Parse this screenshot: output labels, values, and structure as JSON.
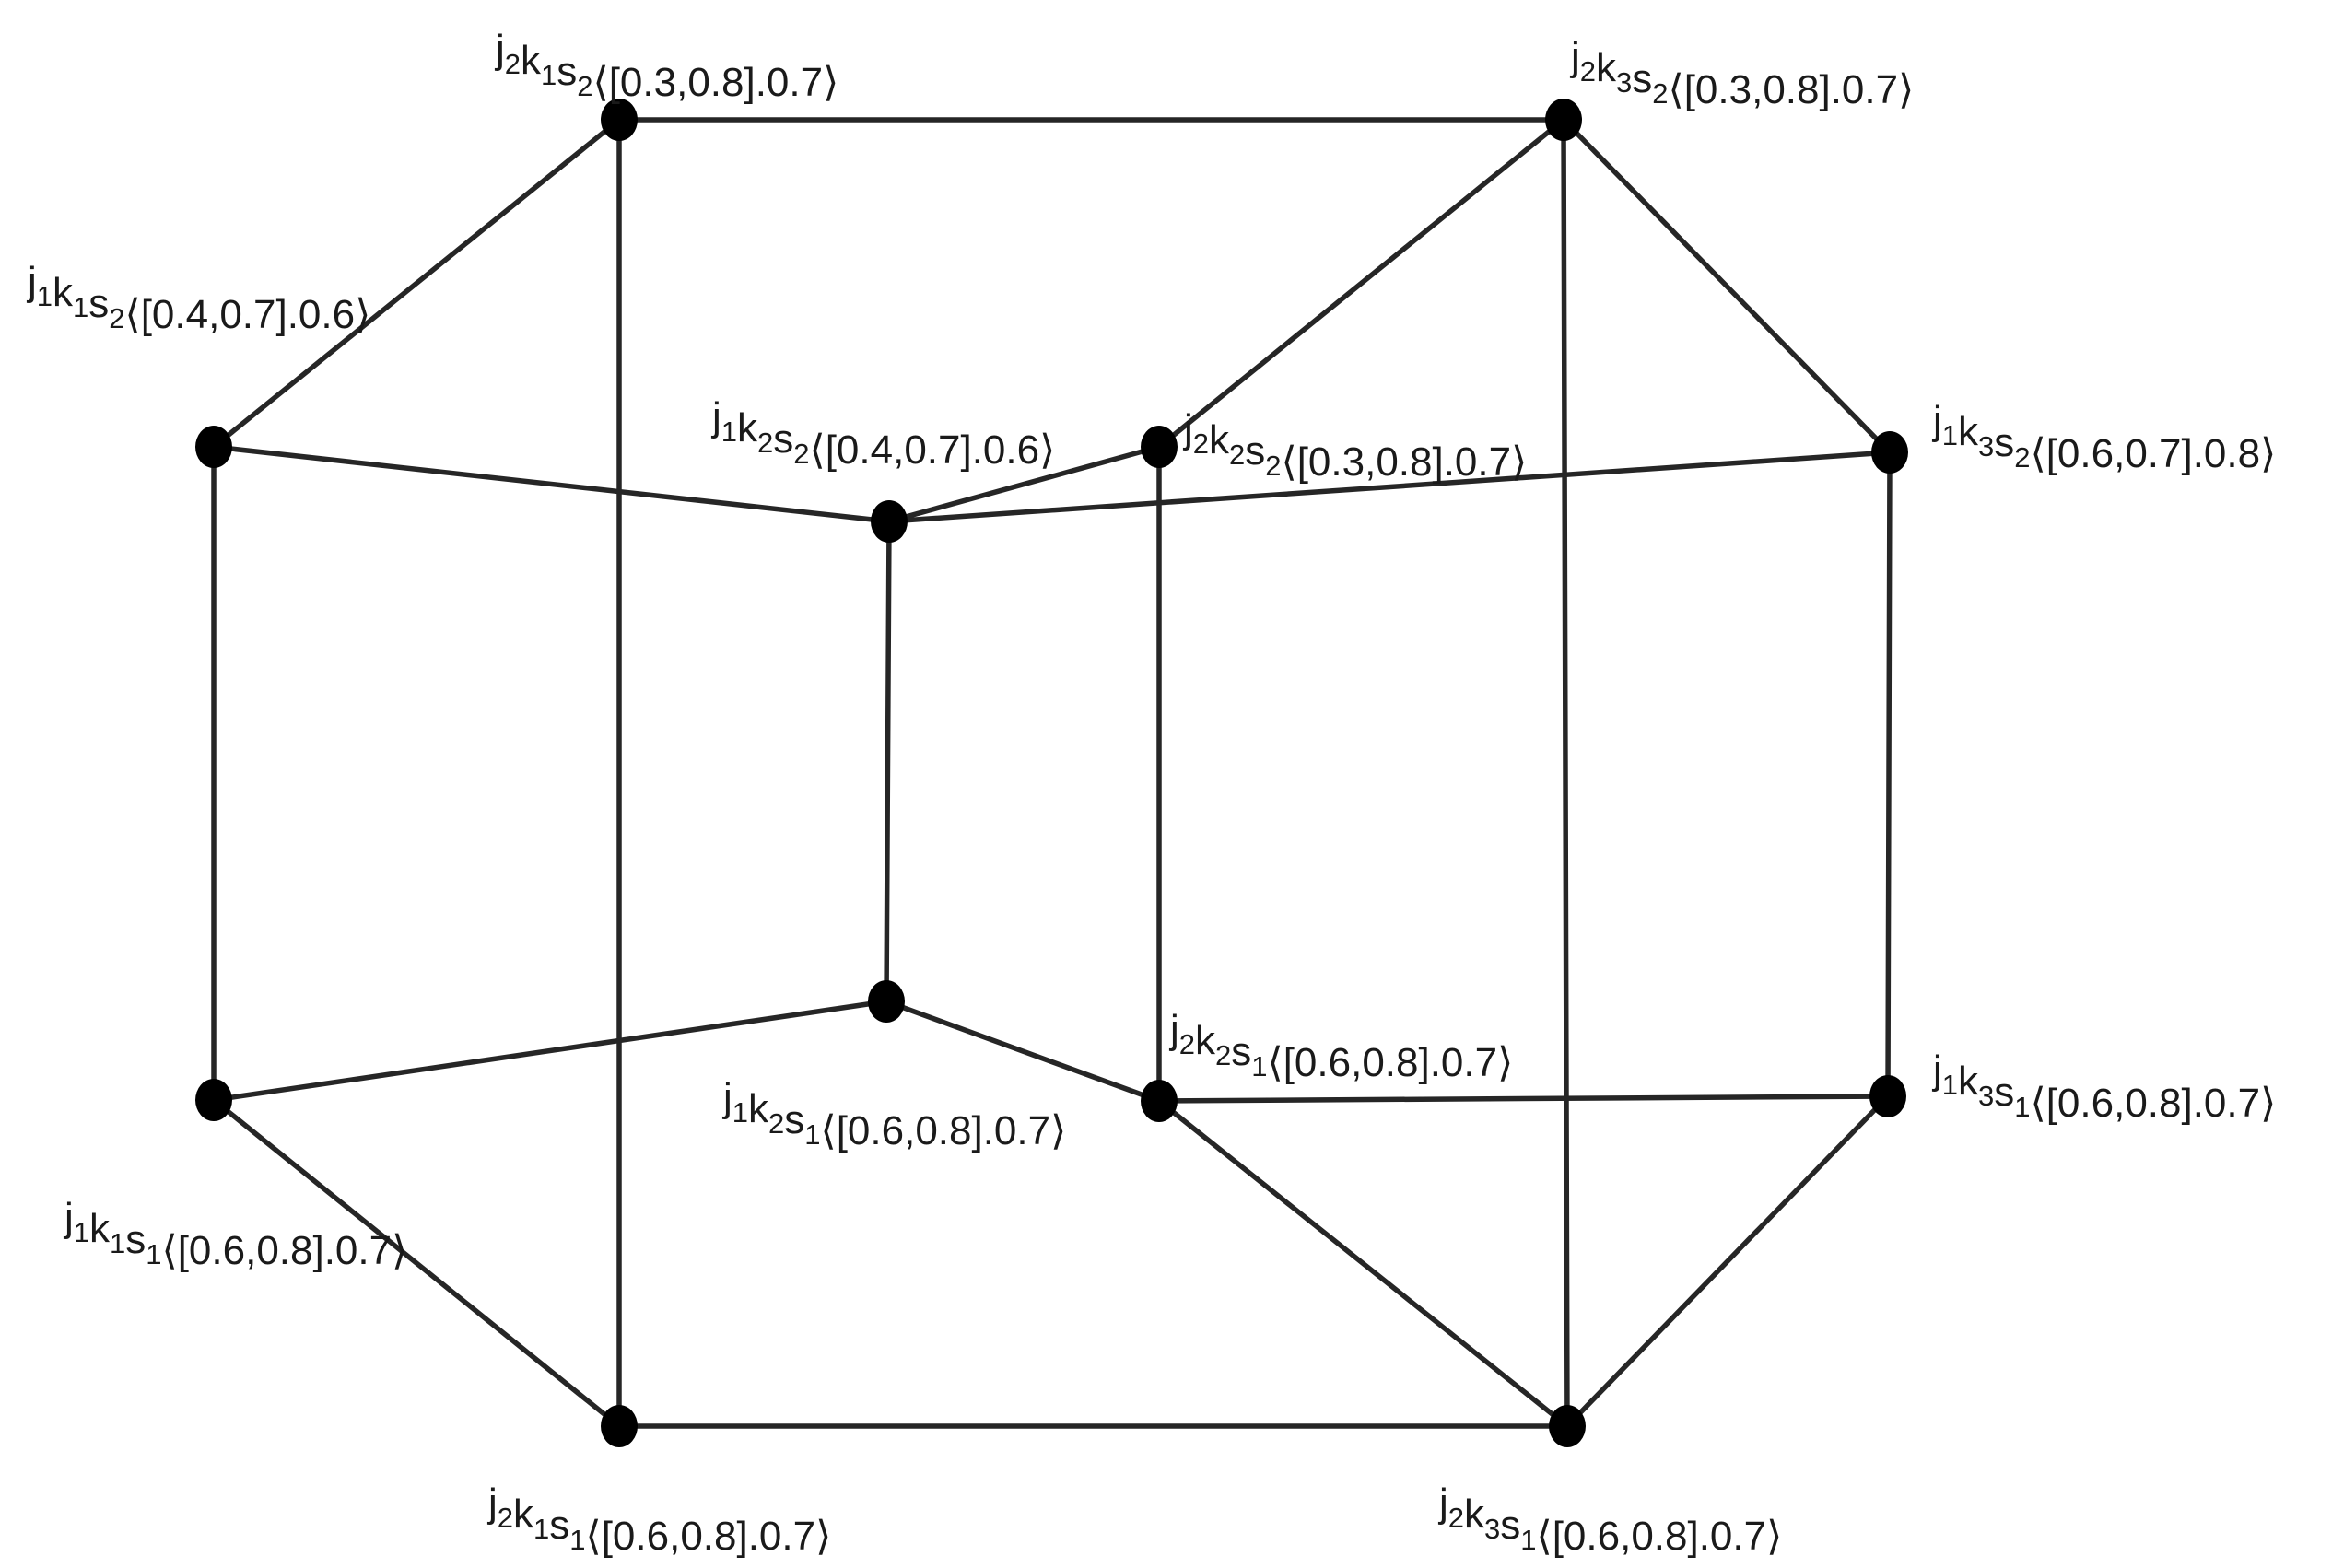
{
  "graph": {
    "nodes": [
      {
        "id": "n_j2k1s2",
        "label": {
          "parts": [
            [
              "j",
              "2"
            ],
            [
              "k",
              "1"
            ],
            [
              "s",
              "2"
            ]
          ],
          "value": "⟨[0.3,0.8].0.7⟩"
        }
      },
      {
        "id": "n_j2k3s2",
        "label": {
          "parts": [
            [
              "j",
              "2"
            ],
            [
              "k",
              "3"
            ],
            [
              "s",
              "2"
            ]
          ],
          "value": "⟨[0.3,0.8].0.7⟩"
        }
      },
      {
        "id": "n_j1k1s2",
        "label": {
          "parts": [
            [
              "j",
              "1"
            ],
            [
              "k",
              "1"
            ],
            [
              "s",
              "2"
            ]
          ],
          "value": "⟨[0.4,0.7].0.6⟩"
        }
      },
      {
        "id": "n_j1k2s2",
        "label": {
          "parts": [
            [
              "j",
              "1"
            ],
            [
              "k",
              "2"
            ],
            [
              "s",
              "2"
            ]
          ],
          "value": "⟨[0.4,0.7].0.6⟩"
        }
      },
      {
        "id": "n_j2k2s2",
        "label": {
          "parts": [
            [
              "j",
              "2"
            ],
            [
              "k",
              "2"
            ],
            [
              "s",
              "2"
            ]
          ],
          "value": "⟨[0.3,0.8].0.7⟩"
        }
      },
      {
        "id": "n_j1k3s2",
        "label": {
          "parts": [
            [
              "j",
              "1"
            ],
            [
              "k",
              "3"
            ],
            [
              "s",
              "2"
            ]
          ],
          "value": "⟨[0.6,0.7].0.8⟩"
        }
      },
      {
        "id": "n_j1k2s1",
        "label": {
          "parts": [
            [
              "j",
              "1"
            ],
            [
              "k",
              "2"
            ],
            [
              "s",
              "1"
            ]
          ],
          "value": "⟨[0.6,0.8].0.7⟩"
        }
      },
      {
        "id": "n_j1k1s1",
        "label": {
          "parts": [
            [
              "j",
              "1"
            ],
            [
              "k",
              "1"
            ],
            [
              "s",
              "1"
            ]
          ],
          "value": "⟨[0.6,0.8].0.7⟩"
        }
      },
      {
        "id": "n_j2k2s1",
        "label": {
          "parts": [
            [
              "j",
              "2"
            ],
            [
              "k",
              "2"
            ],
            [
              "s",
              "1"
            ]
          ],
          "value": "⟨[0.6,0.8].0.7⟩"
        }
      },
      {
        "id": "n_j1k3s1",
        "label": {
          "parts": [
            [
              "j",
              "1"
            ],
            [
              "k",
              "3"
            ],
            [
              "s",
              "1"
            ]
          ],
          "value": "⟨[0.6,0.8].0.7⟩"
        }
      },
      {
        "id": "n_j2k1s1",
        "label": {
          "parts": [
            [
              "j",
              "2"
            ],
            [
              "k",
              "1"
            ],
            [
              "s",
              "1"
            ]
          ],
          "value": "⟨[0.6,0.8].0.7⟩"
        }
      },
      {
        "id": "n_j2k3s1",
        "label": {
          "parts": [
            [
              "j",
              "2"
            ],
            [
              "k",
              "3"
            ],
            [
              "s",
              "1"
            ]
          ],
          "value": "⟨[0.6,0.8].0.7⟩"
        }
      }
    ],
    "edges": [
      [
        "n_j2k1s2",
        "n_j2k3s2"
      ],
      [
        "n_j2k1s2",
        "n_j1k1s2"
      ],
      [
        "n_j2k1s2",
        "n_j2k1s1"
      ],
      [
        "n_j2k3s2",
        "n_j2k2s2"
      ],
      [
        "n_j2k3s2",
        "n_j1k3s2"
      ],
      [
        "n_j2k3s2",
        "n_j2k3s1"
      ],
      [
        "n_j1k1s2",
        "n_j1k2s2"
      ],
      [
        "n_j1k1s2",
        "n_j1k1s1"
      ],
      [
        "n_j1k2s2",
        "n_j2k2s2"
      ],
      [
        "n_j1k2s2",
        "n_j1k3s2"
      ],
      [
        "n_j1k2s2",
        "n_j1k2s1"
      ],
      [
        "n_j2k2s2",
        "n_j2k2s1"
      ],
      [
        "n_j1k3s2",
        "n_j1k3s1"
      ],
      [
        "n_j1k2s1",
        "n_j1k1s1"
      ],
      [
        "n_j1k2s1",
        "n_j2k2s1"
      ],
      [
        "n_j2k2s1",
        "n_j1k3s1"
      ],
      [
        "n_j2k2s1",
        "n_j2k3s1"
      ],
      [
        "n_j1k3s1",
        "n_j2k3s1"
      ],
      [
        "n_j1k1s1",
        "n_j2k1s1"
      ],
      [
        "n_j2k1s1",
        "n_j2k3s1"
      ]
    ]
  }
}
